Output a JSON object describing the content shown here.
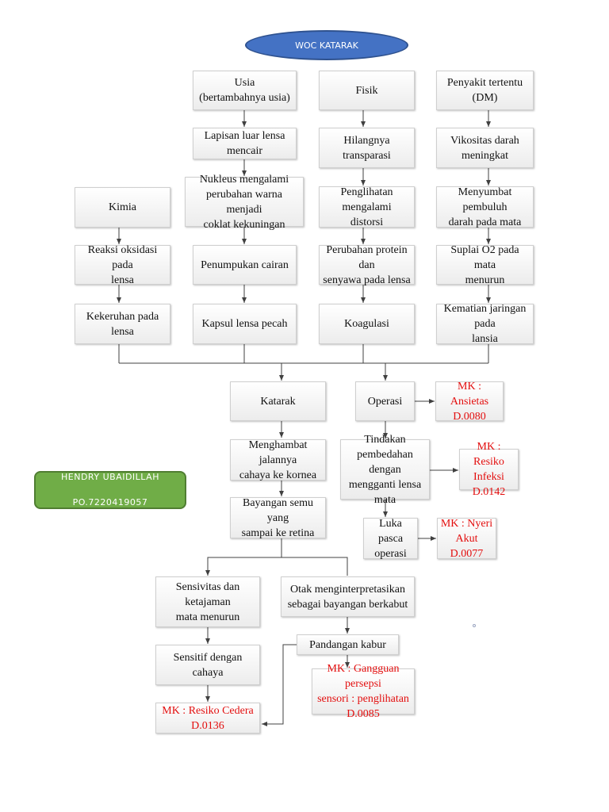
{
  "title": "WOC KATARAK",
  "author": {
    "name": "HENDRY UBAIDILLAH",
    "id": "PO.7220419057"
  },
  "nodes": {
    "usia": "Usia\n(bertambahnya usia)",
    "fisik": "Fisik",
    "penyakit": "Penyakit tertentu (DM)",
    "lapisan": "Lapisan luar lensa\nmencair",
    "hilangnya": "Hilangnya transparasi",
    "vikositas": "Vikositas darah\nmeningkat",
    "kimia": "Kimia",
    "nukleus": "Nukleus mengalami\nperubahan warna menjadi\ncoklat kekuningan",
    "penglihatan_distorsi": "Penglihatan mengalami\ndistorsi",
    "menyumbat": "Menyumbat pembuluh\ndarah pada mata",
    "reaksi": "Reaksi oksidasi pada\nlensa",
    "penumpukan": "Penumpukan cairan",
    "perubahan_protein": "Perubahan protein dan\nsenyawa pada lensa",
    "suplai": "Suplai O2 pada mata\nmenurun",
    "kekeruhan": "Kekeruhan pada lensa",
    "kapsul": "Kapsul lensa pecah",
    "koagulasi": "Koagulasi",
    "kematian": "Kematian jaringan pada\nlansia",
    "katarak": "Katarak",
    "operasi": "Operasi",
    "mk_ansietas": "MK : Ansietas\nD.0080",
    "menghambat": "Menghambat jalannya\ncahaya ke kornea",
    "tindakan": "Tindakan\npembedahan dengan\nmengganti lensa mata",
    "mk_infeksi": "MK : Resiko\nInfeksi\nD.0142",
    "bayangan": "Bayangan semu yang\nsampai ke retina",
    "luka": "Luka pasca\noperasi",
    "mk_nyeri": "MK : Nyeri\nAkut\nD.0077",
    "sensivitas": "Sensivitas dan ketajaman\nmata menurun",
    "otak": "Otak menginterpretasikan\nsebagai bayangan berkabut",
    "pandangan": "Pandangan kabur",
    "sensitif": "Sensitif dengan cahaya",
    "mk_persepsi": "MK : Gangguan persepsi\nsensori : penglihatan\nD.0085",
    "mk_cedera": "MK : Resiko Cedera\nD.0136"
  },
  "colors": {
    "title_fill": "#4472c4",
    "author_fill": "#70ad47",
    "mk_text": "#e30e0e",
    "connector": "#404040"
  }
}
